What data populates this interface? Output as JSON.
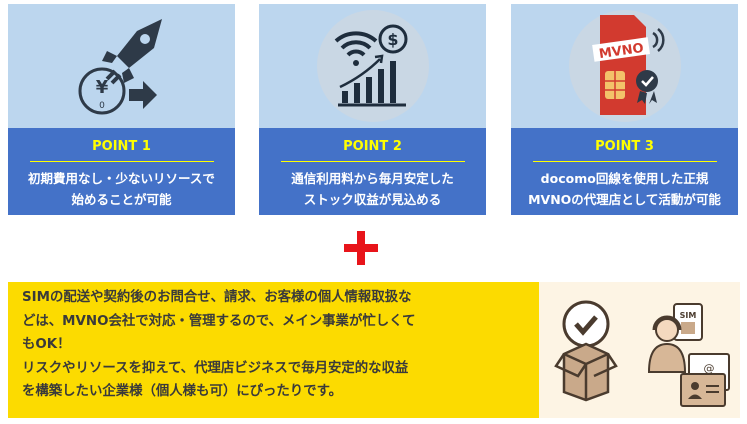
{
  "points": [
    {
      "label": "POINT 1",
      "lines": [
        "初期費用なし・少ないリソースで",
        "始めることが可能"
      ],
      "icon": "rocket-yen-icon"
    },
    {
      "label": "POINT 2",
      "lines": [
        "通信利用料から毎月安定した",
        "ストック収益が見込める"
      ],
      "icon": "wifi-dollar-growth-icon"
    },
    {
      "label": "POINT 3",
      "lines": [
        "docomo回線を使用した正規",
        "MVNOの代理店として活動が可能"
      ],
      "icon": "mvno-sim-icon",
      "sim_text": "MVNO"
    }
  ],
  "summary": {
    "lines": [
      "SIMの配送や契約後のお問合せ、請求、お客様の個人情報取扱な",
      "どは、MVNO会社で対応・管理するので、メイン事業が忙しくて",
      "もOK！",
      "リスクやリソースを抑えて、代理店ビジネスで毎月安定的な収益",
      "を構築したい企業様（個人様も可）にぴったりです。"
    ],
    "illustration_sim": "SIM"
  },
  "colors": {
    "card_top": "#bcd6ee",
    "card_bottom": "#4472c8",
    "accent_yellow": "#ffff00",
    "plus": "#e8141a",
    "summary_bg": "#fcdb00"
  }
}
